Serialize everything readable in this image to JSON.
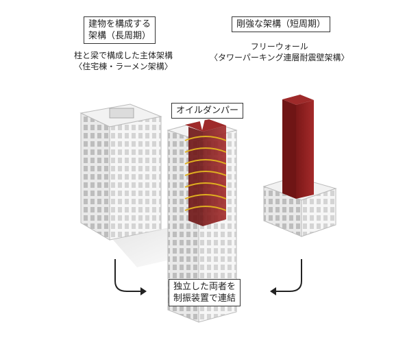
{
  "left_title": {
    "line1": "建物を構成する",
    "line2": "架構（長周期）"
  },
  "left_caption": {
    "line1": "柱と梁で構成した主体架構",
    "line2": "〈住宅棟・ラーメン架構〉"
  },
  "right_title": "剛強な架構（短周期）",
  "right_caption": {
    "line1": "フリーウォール",
    "line2": "〈タワーパーキング連層耐震壁架構〉"
  },
  "damper_label": "オイルダンパー",
  "bottom_label": {
    "line1": "独立した両者を",
    "line2": "制振装置で連結"
  },
  "colors": {
    "frame": "#ffffff",
    "frame_shadow": "#cfcfcf",
    "wall": "#8e1f1f",
    "damper": "#e0b020"
  }
}
